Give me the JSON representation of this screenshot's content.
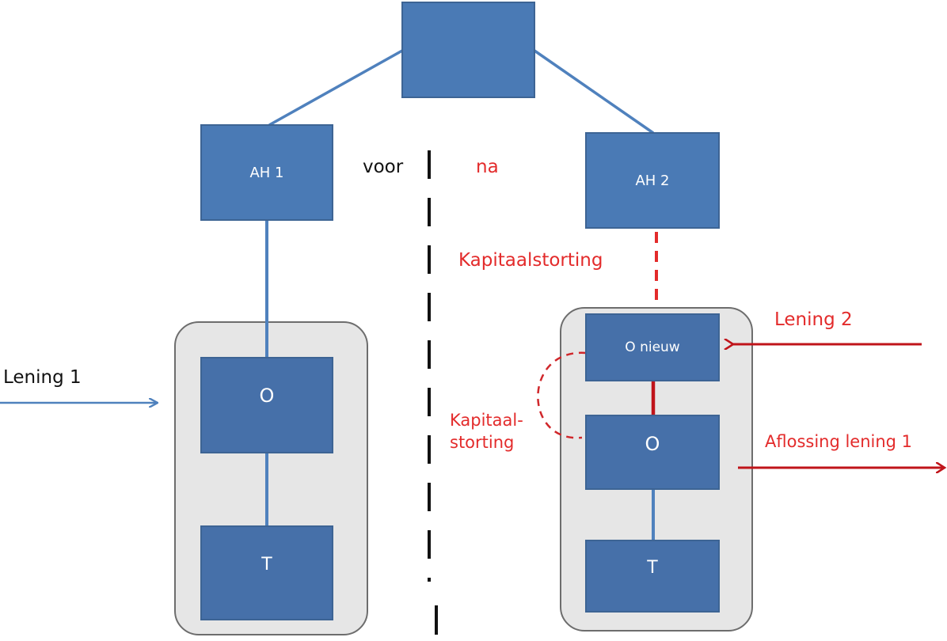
{
  "nodes": {
    "top": "",
    "ah1": "AH 1",
    "ah2": "AH 2",
    "o_left": "O",
    "t_left": "T",
    "o_nieuw": "O nieuw",
    "o_right": "O",
    "t_right": "T"
  },
  "labels": {
    "voor": "voor",
    "na": "na",
    "kapitaalstorting": "Kapitaalstorting",
    "kapitaal_storting_line1": "Kapitaal-",
    "kapitaal_storting_line2": "storting",
    "lening_1": "Lening 1",
    "lening_2": "Lening 2",
    "aflossing_lening_1": "Aflossing lening 1"
  },
  "colors": {
    "box_fill": "#4a7ab5",
    "box_fill_dark": "#4670a9",
    "box_stroke": "#3d6494",
    "connector_blue": "#4f81bd",
    "group_fill": "#e6e6e6",
    "group_stroke": "#6d6d6d",
    "accent_red": "#e32b2b",
    "dark_red": "#c0141a",
    "divider": "#111111"
  }
}
